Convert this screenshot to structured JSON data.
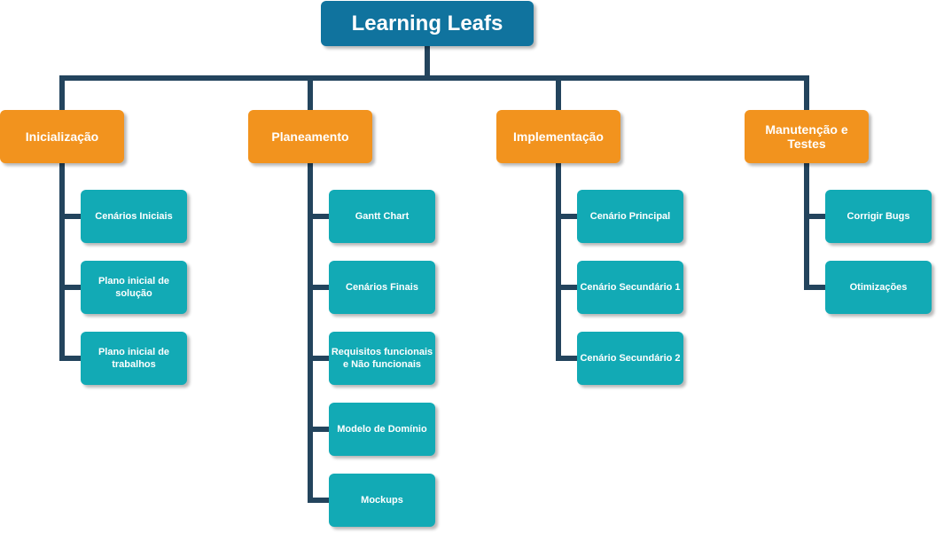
{
  "title": "Learning Leafs",
  "phases": [
    {
      "label": "Inicialização",
      "tasks": [
        "Cenários Iniciais",
        "Plano inicial de solução",
        "Plano inicial de trabalhos"
      ]
    },
    {
      "label": "Planeamento",
      "tasks": [
        "Gantt Chart",
        "Cenários Finais",
        "Requisitos funcionais e Não funcionais",
        "Modelo de Domínio",
        "Mockups"
      ]
    },
    {
      "label": "Implementação",
      "tasks": [
        "Cenário Principal",
        "Cenário Secundário 1",
        "Cenário Secundário 2"
      ]
    },
    {
      "label": "Manutenção e Testes",
      "tasks": [
        "Corrigir Bugs",
        "Otimizações"
      ]
    }
  ],
  "colors": {
    "root": "#10739E",
    "phase": "#F2931E",
    "task": "#12AAB5",
    "connector": "#23445D",
    "text": "#FFFFFF"
  }
}
